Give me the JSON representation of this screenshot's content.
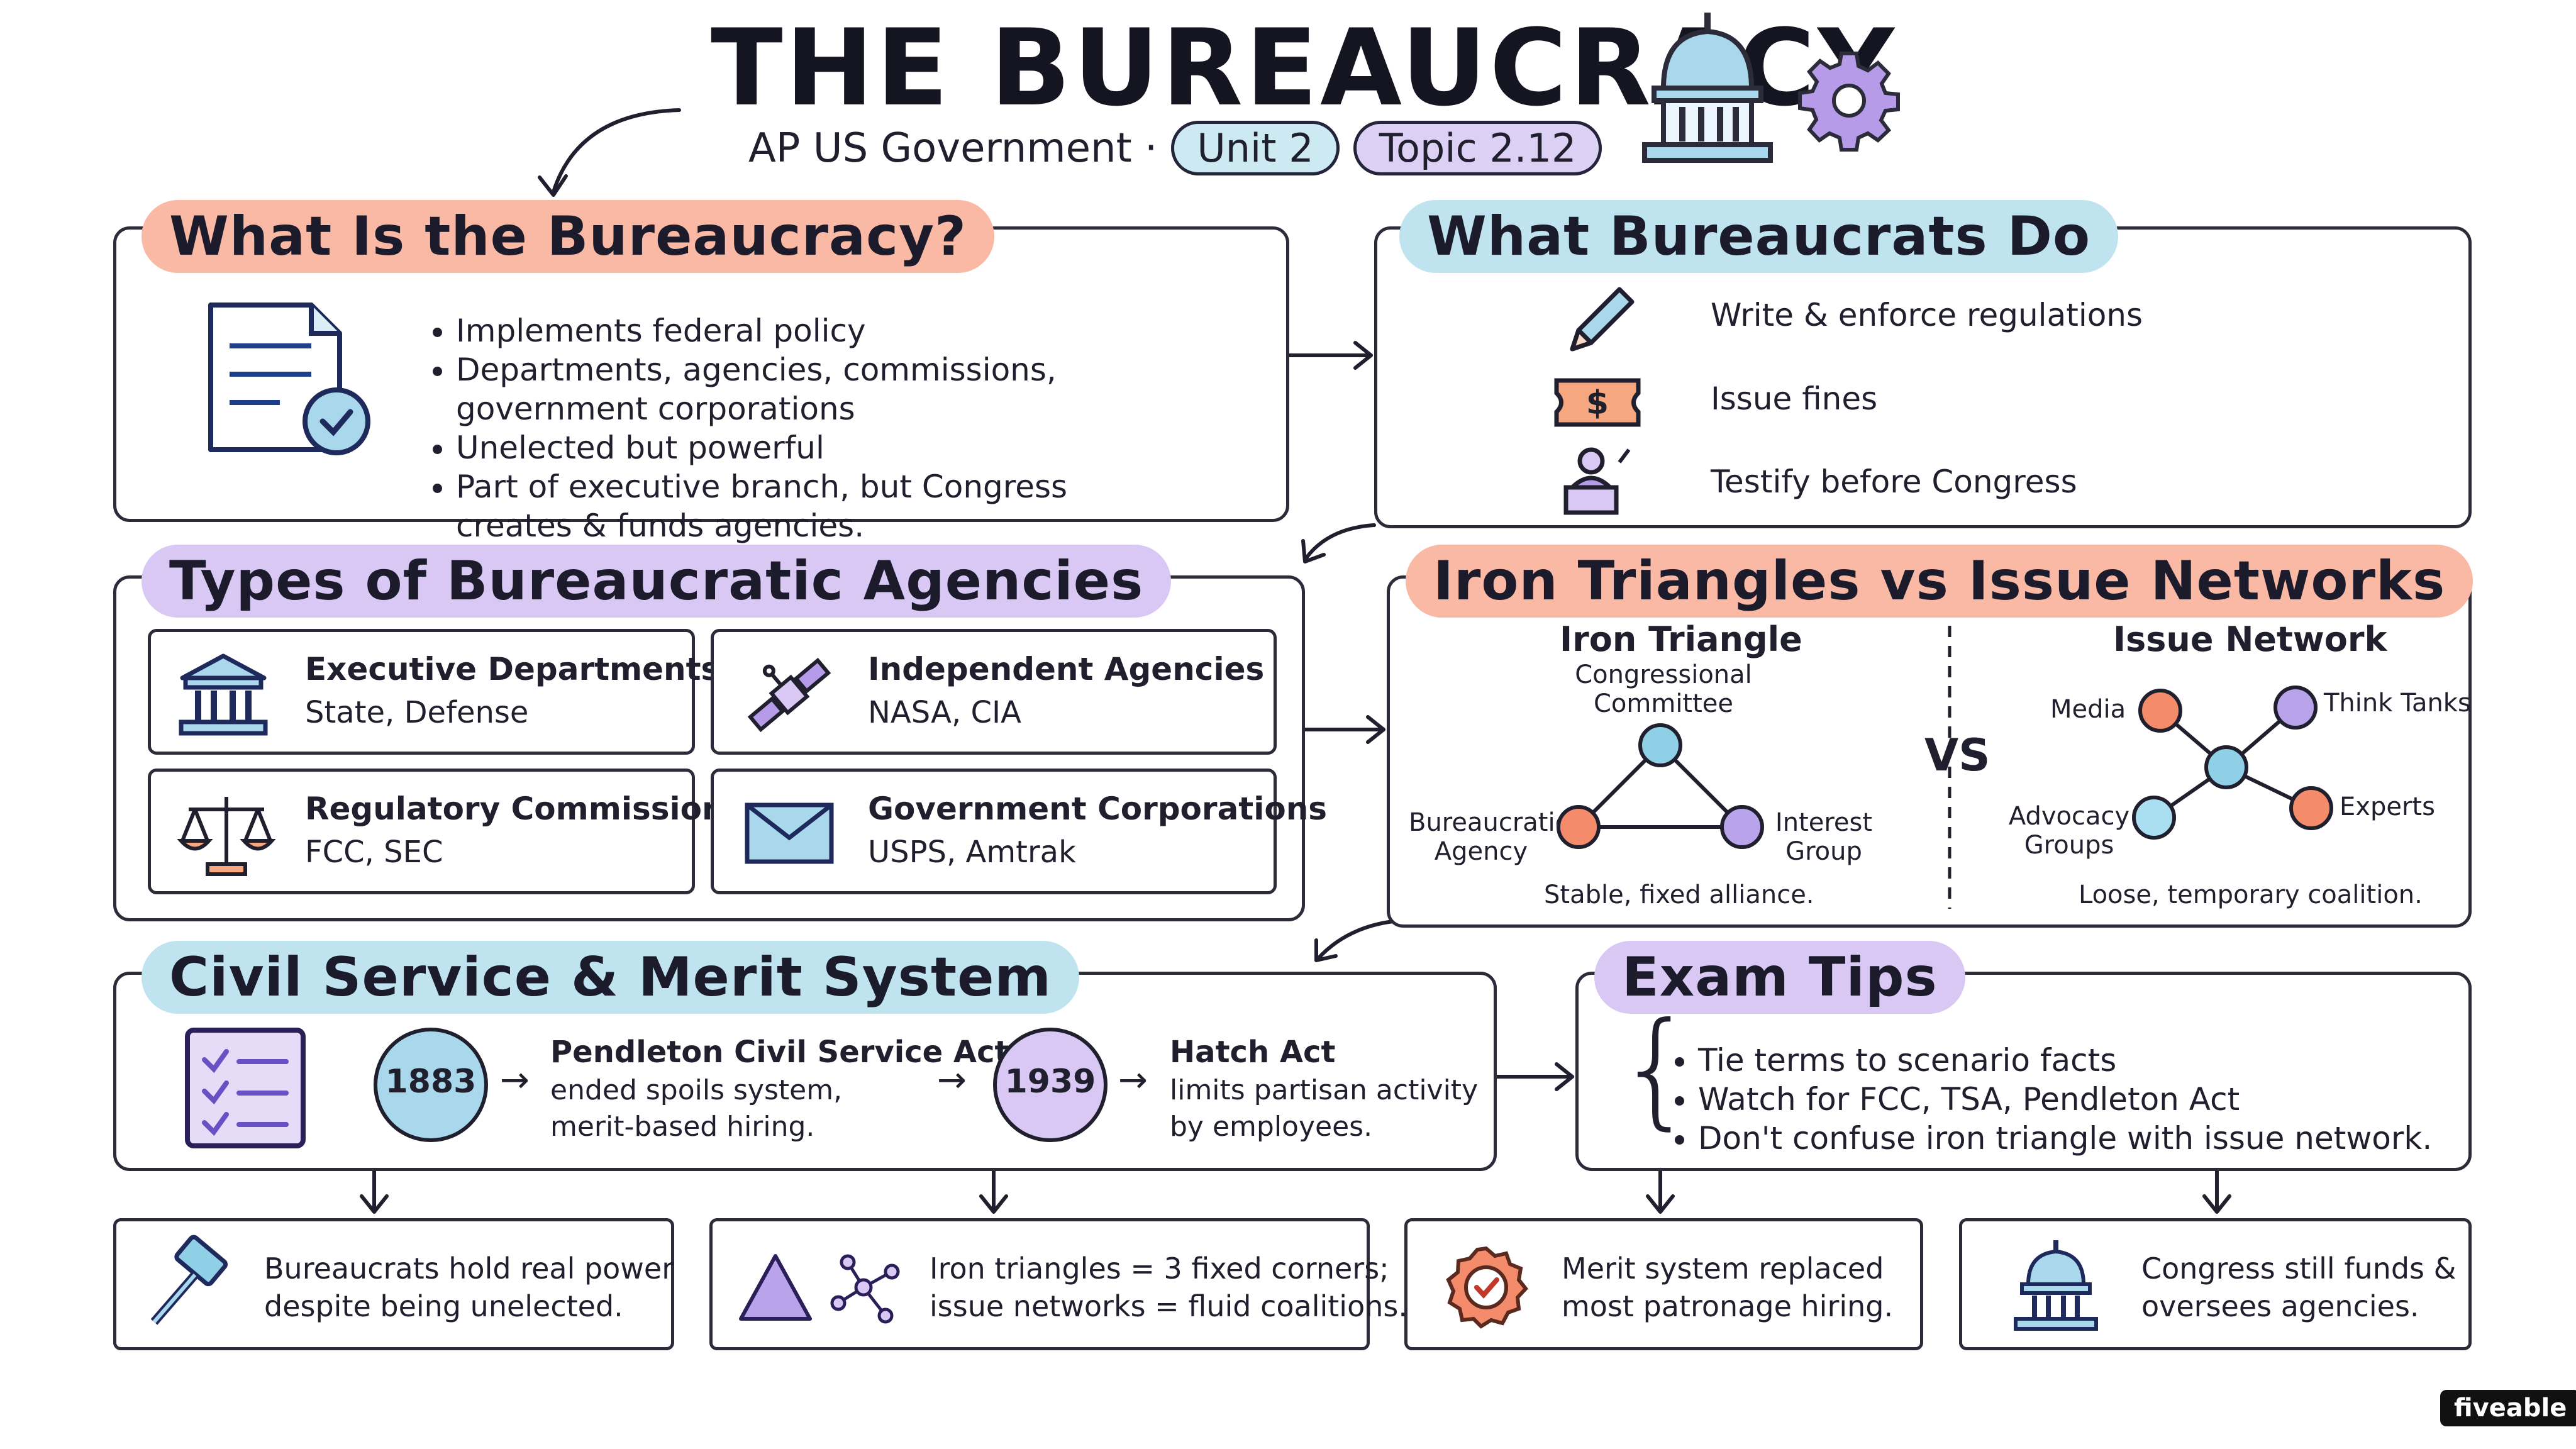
{
  "header": {
    "title": "THE BUREAUCRACY",
    "subtitle": "AP US Government ·",
    "unit": "Unit 2",
    "topic": "Topic 2.12"
  },
  "what_is": {
    "title": "What Is the Bureaucracy?",
    "bullets": [
      "Implements federal policy",
      "Departments, agencies, commissions, government corporations",
      "Unelected but powerful",
      "Part of executive branch, but Congress creates & funds agencies."
    ]
  },
  "what_do": {
    "title": "What Bureaucrats Do",
    "items": [
      "Write & enforce regulations",
      "Issue fines",
      "Testify before Congress"
    ]
  },
  "types": {
    "title": "Types of Bureaucratic Agencies",
    "cards": [
      {
        "name": "Executive Departments",
        "examples": "State, Defense"
      },
      {
        "name": "Independent Agencies",
        "examples": "NASA, CIA"
      },
      {
        "name": "Regulatory Commissions",
        "examples": "FCC, SEC"
      },
      {
        "name": "Government Corporations",
        "examples": "USPS, Amtrak"
      }
    ]
  },
  "iron": {
    "title": "Iron Triangles vs Issue Networks",
    "triangle_title": "Iron Triangle",
    "node_top": "Congressional Committee",
    "node_left": "Bureaucratic Agency",
    "node_right": "Interest Group",
    "triangle_caption": "Stable, fixed alliance.",
    "vs": "VS",
    "network_title": "Issue Network",
    "net_media": "Media",
    "net_think": "Think Tanks",
    "net_advocacy": "Advocacy Groups",
    "net_experts": "Experts",
    "network_caption": "Loose, temporary coalition."
  },
  "civil": {
    "title": "Civil Service & Merit System",
    "year1": "1883",
    "act1_title": "Pendleton Civil Service Act",
    "act1_desc": [
      "ended spoils system,",
      "merit-based hiring."
    ],
    "year2": "1939",
    "act2_title": "Hatch Act",
    "act2_desc": [
      "limits partisan activity",
      "by employees."
    ]
  },
  "tips": {
    "title": "Exam Tips",
    "bullets": [
      "Tie terms to scenario facts",
      "Watch for FCC, TSA, Pendleton Act",
      "Don't confuse iron triangle with issue network."
    ]
  },
  "takeaways": [
    "Bureaucrats hold real power despite being unelected.",
    "Iron triangles = 3 fixed corners; issue networks = fluid coalitions.",
    "Merit system replaced most patronage hiring.",
    "Congress still funds & oversees agencies."
  ],
  "takeaway_lines": [
    [
      "Bureaucrats hold real power",
      "despite being unelected."
    ],
    [
      "Iron triangles = 3 fixed corners;",
      "issue networks = fluid coalitions."
    ],
    [
      "Merit system replaced",
      "most patronage hiring."
    ],
    [
      "Congress still funds &",
      "oversees agencies."
    ]
  ],
  "brand": "fiveable",
  "colors": {
    "peach": "#f9b9a4",
    "blue": "#bfe4f0",
    "purple": "#d8c8f3",
    "node_orange": "#f48c6c",
    "node_blue": "#8fd0e6",
    "node_purple": "#b9a3ea"
  }
}
